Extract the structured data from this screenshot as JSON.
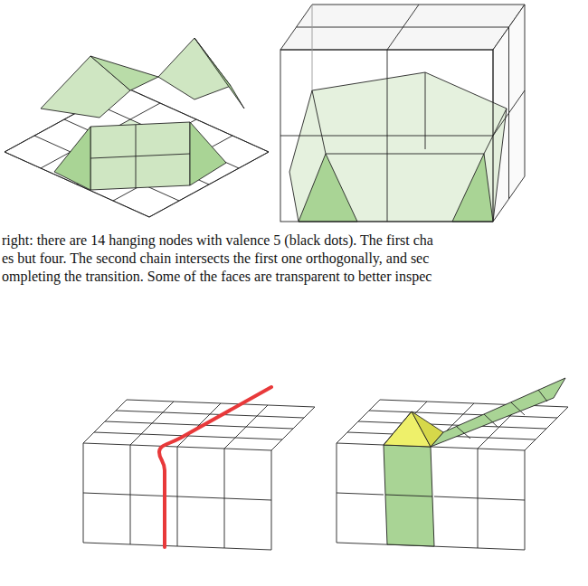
{
  "diagram": {
    "labels": [
      "right: there are 14 hanging nodes with valence 5 (black dots). The first cha",
      "es but four. The second chain intersects the first one orthogonally, and sec",
      "ompleting the transition. Some of the faces are transparent to better inspec"
    ]
  }
}
